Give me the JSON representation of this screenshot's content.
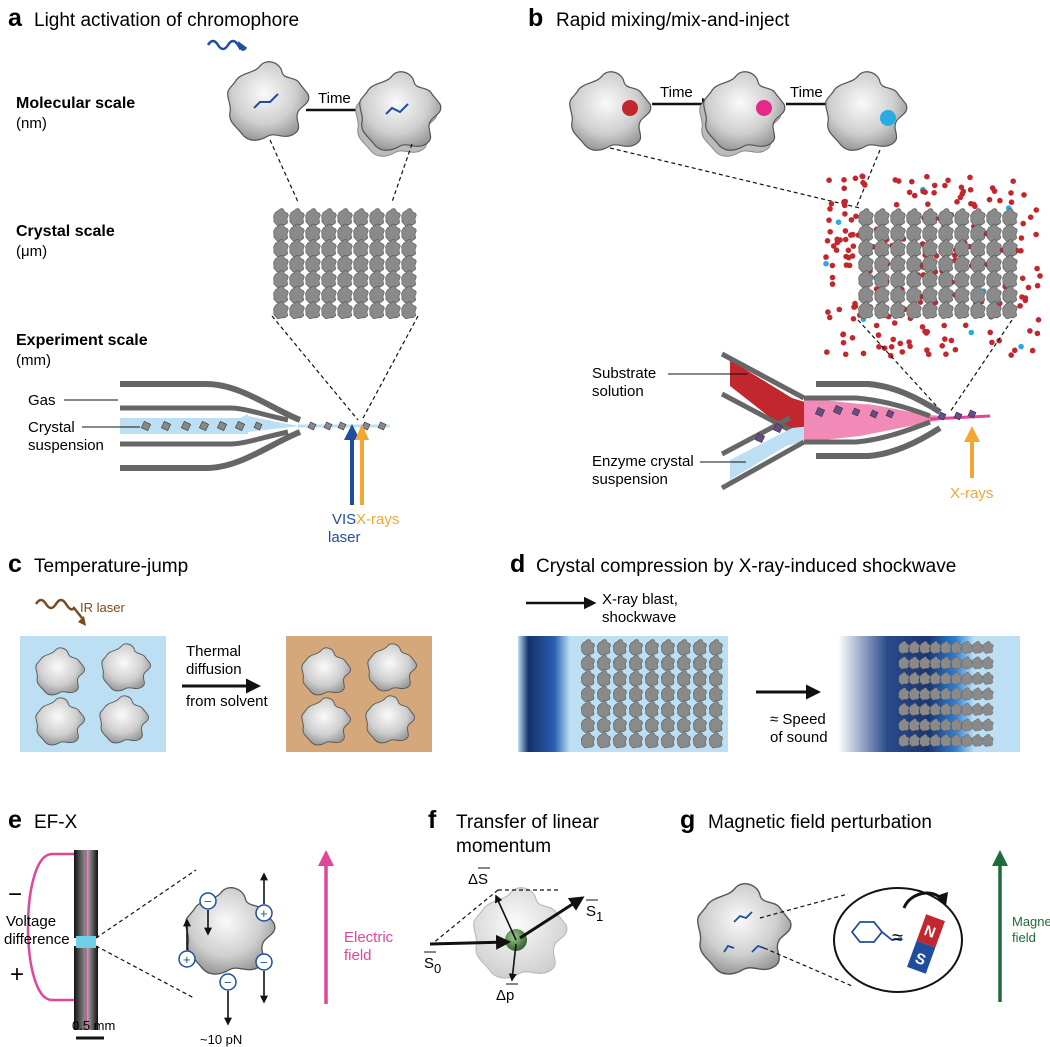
{
  "panels": {
    "a": {
      "letter": "a",
      "title": "Light activation of chromophore",
      "scales": [
        {
          "name": "Molecular scale",
          "unit": "(nm)"
        },
        {
          "name": "Crystal scale",
          "unit": "(μm)"
        },
        {
          "name": "Experiment scale",
          "unit": "(mm)"
        }
      ],
      "time": "Time",
      "gas": "Gas",
      "crystal1": "Crystal",
      "crystal2": "suspension",
      "vis1": "VIS",
      "vis2": "laser",
      "xrays": "X-rays"
    },
    "b": {
      "letter": "b",
      "title": "Rapid mixing/mix-and-inject",
      "time1": "Time",
      "time2": "Time",
      "substrate1": "Substrate",
      "substrate2": "solution",
      "enzyme1": "Enzyme crystal",
      "enzyme2": "suspension",
      "xrays": "X-rays"
    },
    "c": {
      "letter": "c",
      "title": "Temperature-jump",
      "ir": "IR laser",
      "thermal1": "Thermal",
      "thermal2": "diffusion",
      "thermal3": "from solvent"
    },
    "d": {
      "letter": "d",
      "title": "Crystal compression by X-ray-induced shockwave",
      "blast1": "X-ray blast,",
      "blast2": "shockwave",
      "speed1": "≈ Speed",
      "speed2": "of sound"
    },
    "e": {
      "letter": "e",
      "title": "EF-X",
      "minus": "−",
      "volt1": "Voltage",
      "volt2": "difference",
      "plus": "+",
      "scale": "0.5 mm",
      "force": "~10 pN",
      "field1": "Electric",
      "field2": "field"
    },
    "f": {
      "letter": "f",
      "title1": "Transfer of linear",
      "title2": "momentum",
      "ds": "ΔS",
      "s1": "S",
      "s1sub": "1",
      "s0": "S",
      "s0sub": "0",
      "dp": "Δp"
    },
    "g": {
      "letter": "g",
      "title": "Magnetic field perturbation",
      "approx": "≈",
      "n": "N",
      "s": "S",
      "field1": "Magnetic",
      "field2": "field"
    }
  },
  "colors": {
    "blue": "#1f4e9c",
    "orange": "#f4a632",
    "pink": "#e0459a",
    "green": "#1e6b3c",
    "brown": "#7a4a1f",
    "lightblue": "#bcdff3",
    "tan": "#d4a87a",
    "red": "#c1272d",
    "cyan": "#29abe2",
    "magenta": "#e6288a"
  }
}
